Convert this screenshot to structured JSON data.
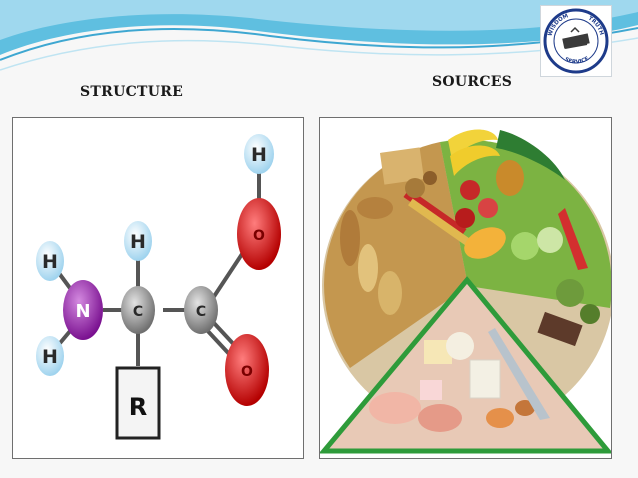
{
  "slide": {
    "headings": {
      "structure": "STRUCTURE",
      "sources": "SOURCES"
    },
    "logo": {
      "ring_words": [
        "WISDOM",
        "TRUTH",
        "SERVICE"
      ],
      "icon": "open-book-emblem"
    },
    "molecule": {
      "atoms": {
        "h_top": "H",
        "o_top": "O",
        "h_alpha": "H",
        "h_amine_top": "H",
        "n": "N",
        "c_alpha": "C",
        "c_carboxyl": "C",
        "h_amine_bottom": "H",
        "o_bottom": "O",
        "r_group": "R"
      },
      "colors": {
        "hydrogen": "#bfe6f7",
        "nitrogen": "#8e1fa0",
        "carbon": "#8c8c8c",
        "oxygen": "#d40000",
        "bond": "#555555"
      }
    },
    "food_image": {
      "icon": "food-pyramid-plate",
      "sections": [
        "grains",
        "fruits-vegetables",
        "protein-dairy"
      ],
      "outline_color": "#2e9b3a"
    },
    "theme": {
      "accent": "#4fb3dd",
      "accent_light": "#bfe4f2"
    }
  }
}
